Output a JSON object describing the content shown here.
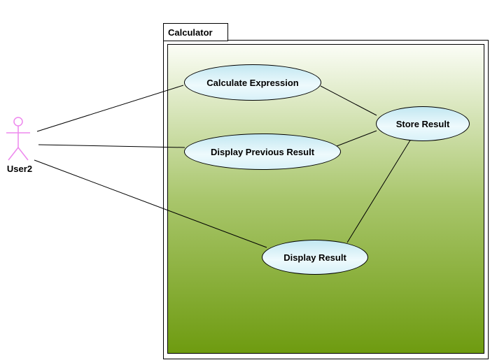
{
  "diagram": {
    "type": "uml-use-case-diagram",
    "system": {
      "name": "Calculator"
    },
    "actor": {
      "name": "User2"
    },
    "use_cases": [
      {
        "id": "calculate-expression",
        "label": "Calculate Expression"
      },
      {
        "id": "store-result",
        "label": "Store Result"
      },
      {
        "id": "display-previous-result",
        "label": "Display Previous Result"
      },
      {
        "id": "display-result",
        "label": "Display Result"
      }
    ],
    "associations": [
      {
        "from": "User2",
        "to": "Calculate Expression"
      },
      {
        "from": "User2",
        "to": "Display Previous Result"
      },
      {
        "from": "User2",
        "to": "Display Result"
      },
      {
        "from": "Calculate Expression",
        "to": "Store Result"
      },
      {
        "from": "Display Previous Result",
        "to": "Store Result"
      },
      {
        "from": "Store Result",
        "to": "Display Result"
      }
    ],
    "colors": {
      "actor_stroke": "#ee88ee",
      "association_line": "#000000",
      "usecase_fill_top": "#c2e7f1",
      "usecase_fill_center": "#eefafd",
      "boundary_gradient_top": "#fbfdf6",
      "boundary_gradient_bottom": "#6e9b10",
      "border": "#000000"
    }
  }
}
